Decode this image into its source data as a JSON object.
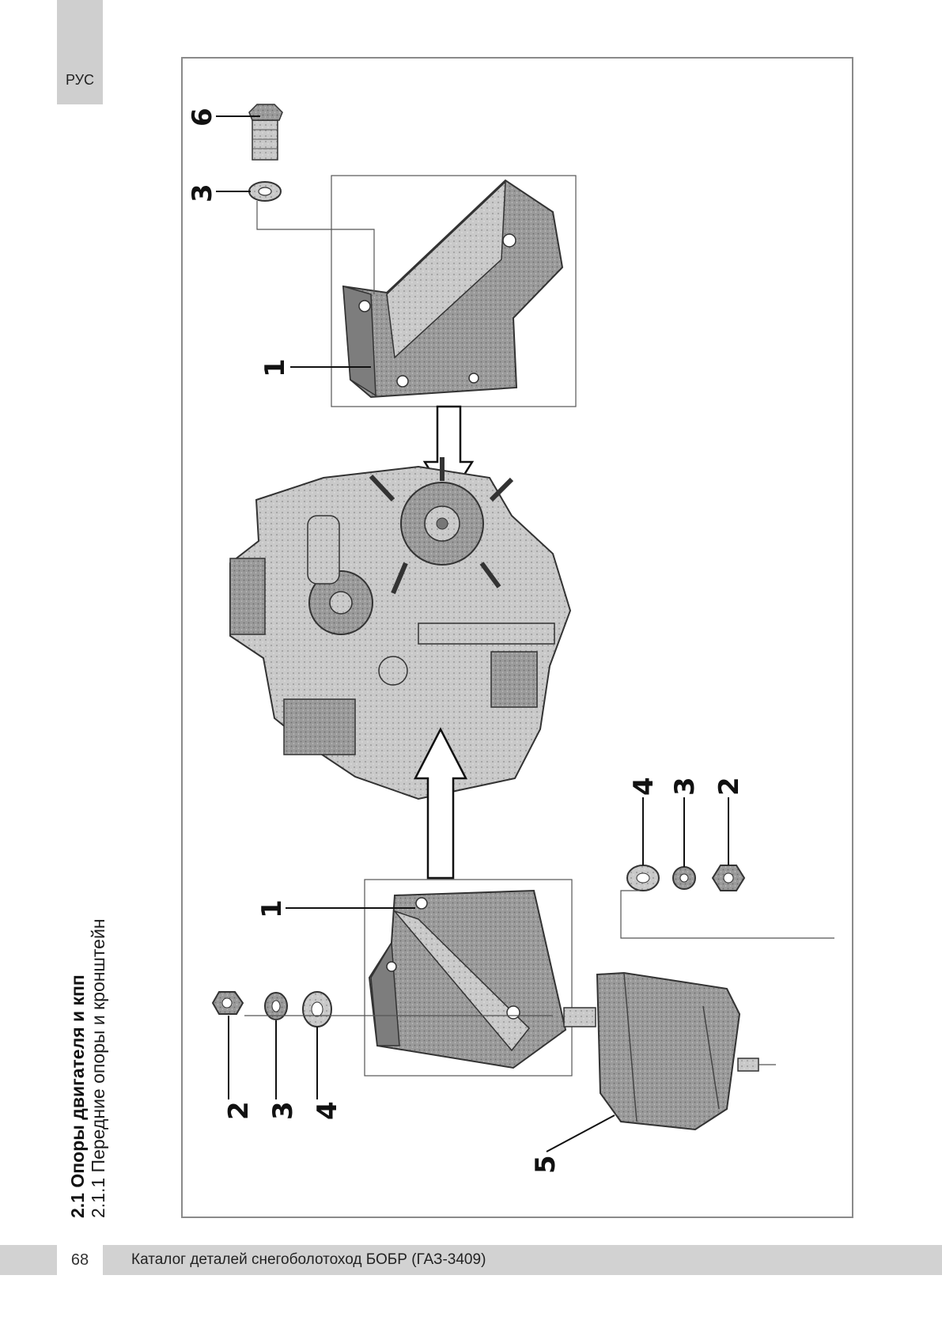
{
  "lang_tab": "РУС",
  "section_title": "2.1 Опоры двигателя и кпп",
  "subsection_title": "2.1.1 Передние опоры и кронштейн",
  "callouts": {
    "top_bolt": "6",
    "top_washer": "3",
    "top_bracket": "1",
    "left_bracket": "1",
    "left_nut": "2",
    "left_lock_washer": "3",
    "left_flat_washer": "4",
    "cushion": "5",
    "right_flat_washer": "4",
    "right_lock_washer": "3",
    "right_nut": "2"
  },
  "footer": {
    "page_number": "68",
    "catalog_title": "Каталог деталей снегоболотоход БОБР (ГАЗ-3409)"
  }
}
